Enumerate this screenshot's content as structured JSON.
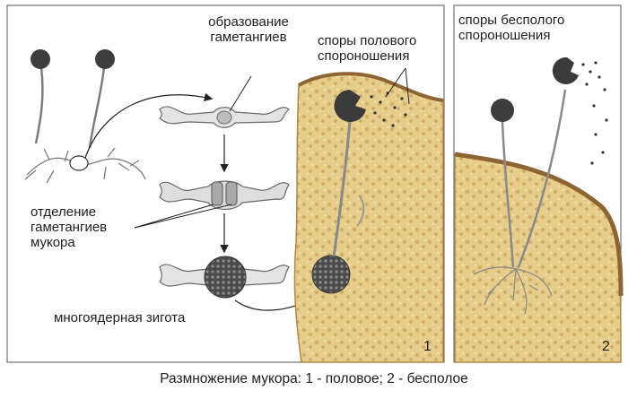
{
  "panel1": {
    "label_gametangia_formation": "образование\nгаметангиев",
    "label_separation": "отделение\nгаметангиев\nмукора",
    "label_zygote": "многоядерная зигота",
    "label_sexual_spores": "споры полового\nспороношения",
    "number": "1"
  },
  "panel2": {
    "label_asexual_spores": "споры бесполого\nспороношения",
    "number": "2"
  },
  "caption": {
    "text": "Размножение мукора: 1 - половое; 2 - бесполое"
  },
  "colors": {
    "bread": "#e8d08e",
    "bread_dark": "#c9a55a",
    "crust": "#b78a47",
    "sporangium": "#3a3a3a",
    "hypha": "#8a8a8a",
    "frame": "#4a4a4a"
  }
}
